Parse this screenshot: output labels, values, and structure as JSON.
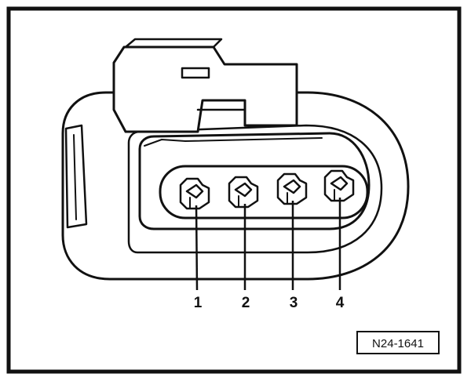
{
  "figure": {
    "reference_code": "N24-1641",
    "pins": [
      {
        "label": "1"
      },
      {
        "label": "2"
      },
      {
        "label": "3"
      },
      {
        "label": "4"
      }
    ]
  },
  "colors": {
    "line": "#111111",
    "fill": "#ffffff",
    "background": "#ffffff"
  }
}
